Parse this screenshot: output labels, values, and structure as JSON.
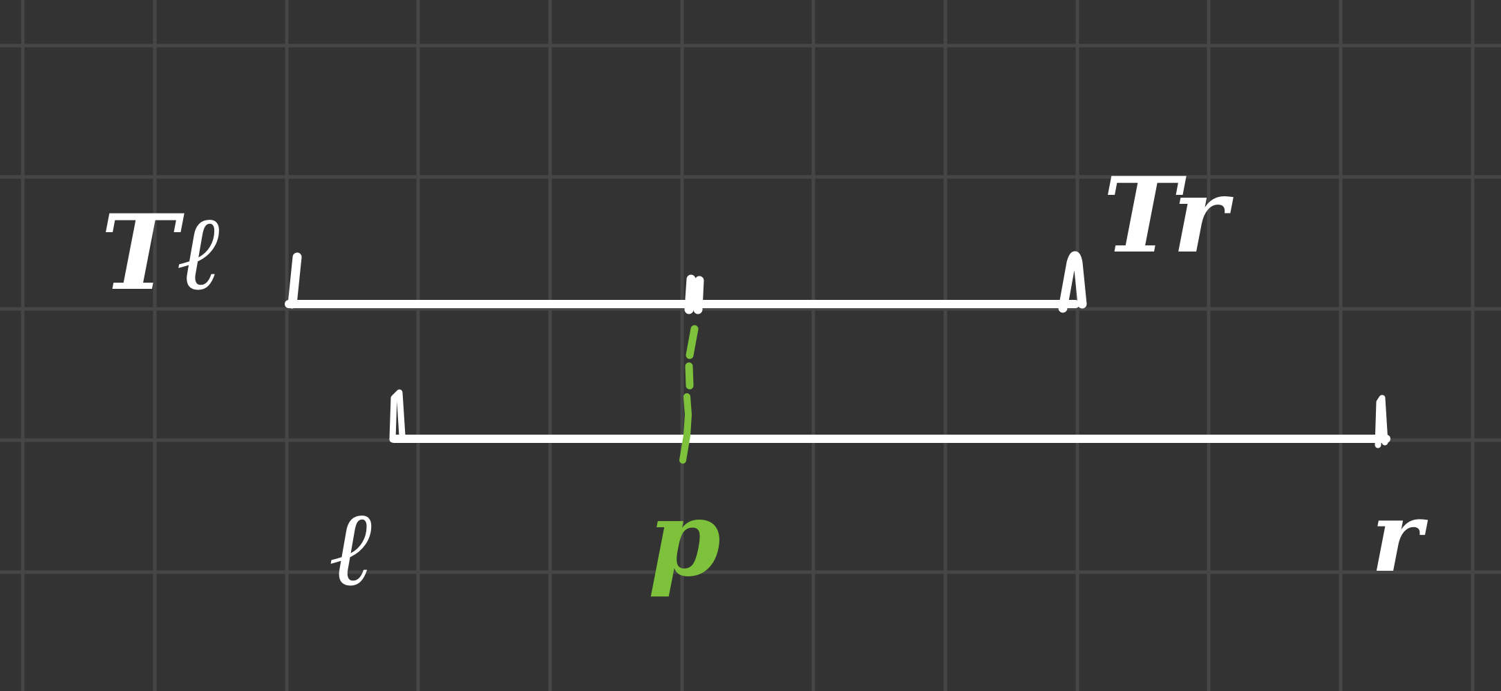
{
  "colors": {
    "background": "#333333",
    "grid": "#464646",
    "ink": "#ffffff",
    "accent": "#7dc23a"
  },
  "labels": {
    "top_left": "Tℓ",
    "top_right": "Tr",
    "bottom_left": "ℓ",
    "point": "p",
    "bottom_right": "r"
  }
}
